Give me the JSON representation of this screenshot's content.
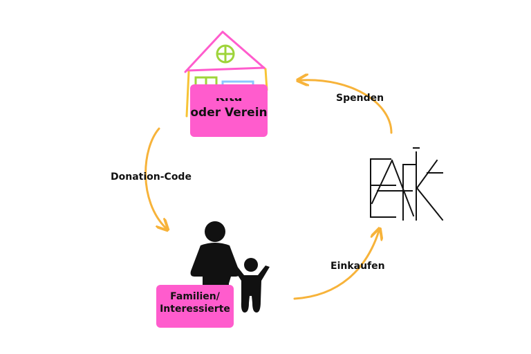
{
  "nodes": {
    "kita": {
      "line1": "Kita",
      "line2": "oder Verein"
    },
    "familien": {
      "line1": "Familien/",
      "line2": "Interessierte"
    },
    "logo": {
      "icon": "ank-logo-icon"
    }
  },
  "edges": {
    "spenden": "Spenden",
    "donation_code": "Donation-Code",
    "einkaufen": "Einkaufen"
  },
  "colors": {
    "arrow": "#f7b33a",
    "badge": "#ff5ccd",
    "house_outline": "#ff5ccd",
    "house_wall": "#f7c436",
    "window": "#9ed43a",
    "door": "#8ac6ff",
    "figure": "#111111"
  }
}
